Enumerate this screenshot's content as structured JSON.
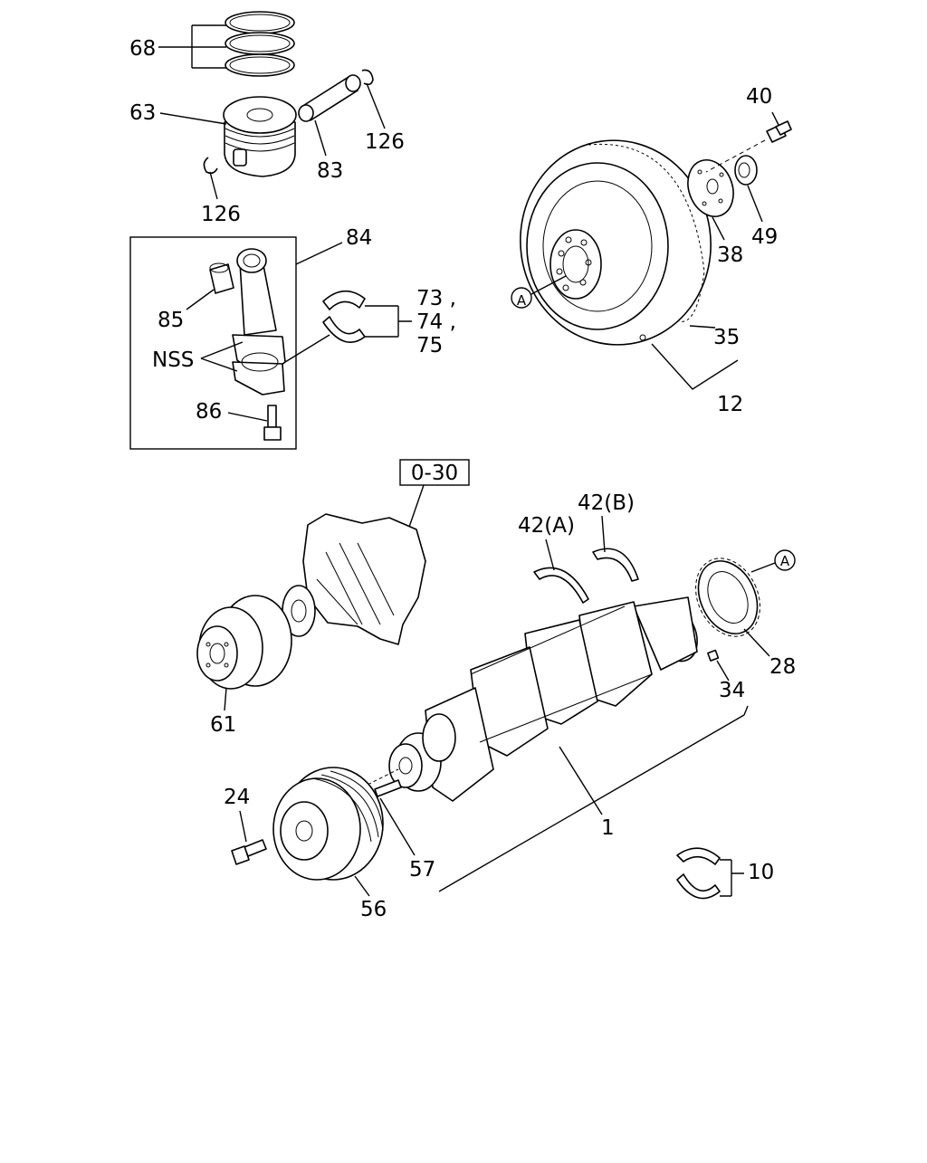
{
  "callouts": {
    "c68": "68",
    "c63": "63",
    "c83": "83",
    "c126a": "126",
    "c126b": "126",
    "c84": "84",
    "c85": "85",
    "c73": "73 ,",
    "c74": "74 ,",
    "c75": "75",
    "nss": "NSS",
    "c86": "86",
    "c40": "40",
    "c38": "38",
    "c49": "49",
    "c35": "35",
    "c12": "12",
    "refA1": "A",
    "ref030": "0-30",
    "c42a": "42(A)",
    "c42b": "42(B)",
    "refA2": "A",
    "c28": "28",
    "c34": "34",
    "c61": "61",
    "c24": "24",
    "c57": "57",
    "c1": "1",
    "c56": "56",
    "c10": "10"
  }
}
